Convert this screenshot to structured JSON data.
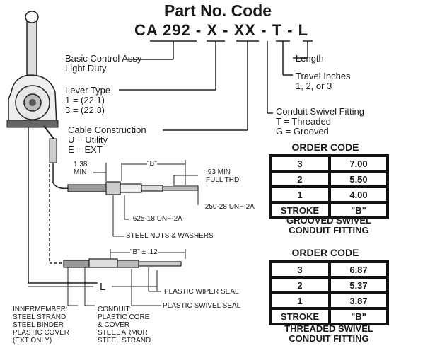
{
  "title": "Part No. Code",
  "part_code": {
    "base": "CA 292",
    "sep1": "-",
    "seg_x": "X",
    "sep2": "-",
    "seg_xx": "XX",
    "sep3": "-",
    "seg_t": "T",
    "sep4": "-",
    "seg_l": "L"
  },
  "labels": {
    "basic_control": [
      "Basic Control Assy",
      "Light Duty"
    ],
    "lever_type": [
      "Lever Type",
      "1 = (22.1)",
      "3 = (22.3)"
    ],
    "cable_construction": [
      "Cable Construction",
      "U = Utility",
      "E = EXT"
    ],
    "length": "Length",
    "travel": [
      "Travel Inches",
      "1, 2, or 3"
    ],
    "conduit_swivel": [
      "Conduit Swivel Fitting",
      "T = Threaded",
      "G = Grooved"
    ]
  },
  "dimensions": {
    "dim_138": [
      "1.38",
      "MIN"
    ],
    "dim_b": "\"B\"",
    "dim_93": [
      ".93 MIN",
      "FULL THD"
    ],
    "thread_250": ".250-28 UNF-2A",
    "thread_625": ".625-18 UNF-2A",
    "steel_nuts": "STEEL NUTS & WASHERS",
    "dim_b_tol": "\"B\" ± .12",
    "dim_l": "L",
    "wiper_seal": "PLASTIC WIPER SEAL",
    "swivel_seal": "PLASTIC SWIVEL SEAL",
    "innermember": [
      "INNERMEMBER:",
      "STEEL STRAND",
      "STEEL BINDER",
      "PLASTIC COVER",
      "(EXT ONLY)"
    ],
    "conduit": [
      "CONDUIT:",
      "PLASTIC CORE",
      "& COVER",
      "STEEL ARMOR",
      "STEEL STRAND"
    ]
  },
  "grooved_table": {
    "title": "ORDER CODE",
    "rows": [
      [
        "3",
        "7.00"
      ],
      [
        "2",
        "5.50"
      ],
      [
        "1",
        "4.00"
      ]
    ],
    "header": [
      "STROKE",
      "\"B\""
    ],
    "footer": [
      "GROOVED SWIVEL",
      "CONDUIT FITTING"
    ]
  },
  "threaded_table": {
    "title": "ORDER CODE",
    "rows": [
      [
        "3",
        "6.87"
      ],
      [
        "2",
        "5.37"
      ],
      [
        "1",
        "3.87"
      ]
    ],
    "header": [
      "STROKE",
      "\"B\""
    ],
    "footer": [
      "THREADED SWIVEL",
      "CONDUIT FITTING"
    ]
  }
}
